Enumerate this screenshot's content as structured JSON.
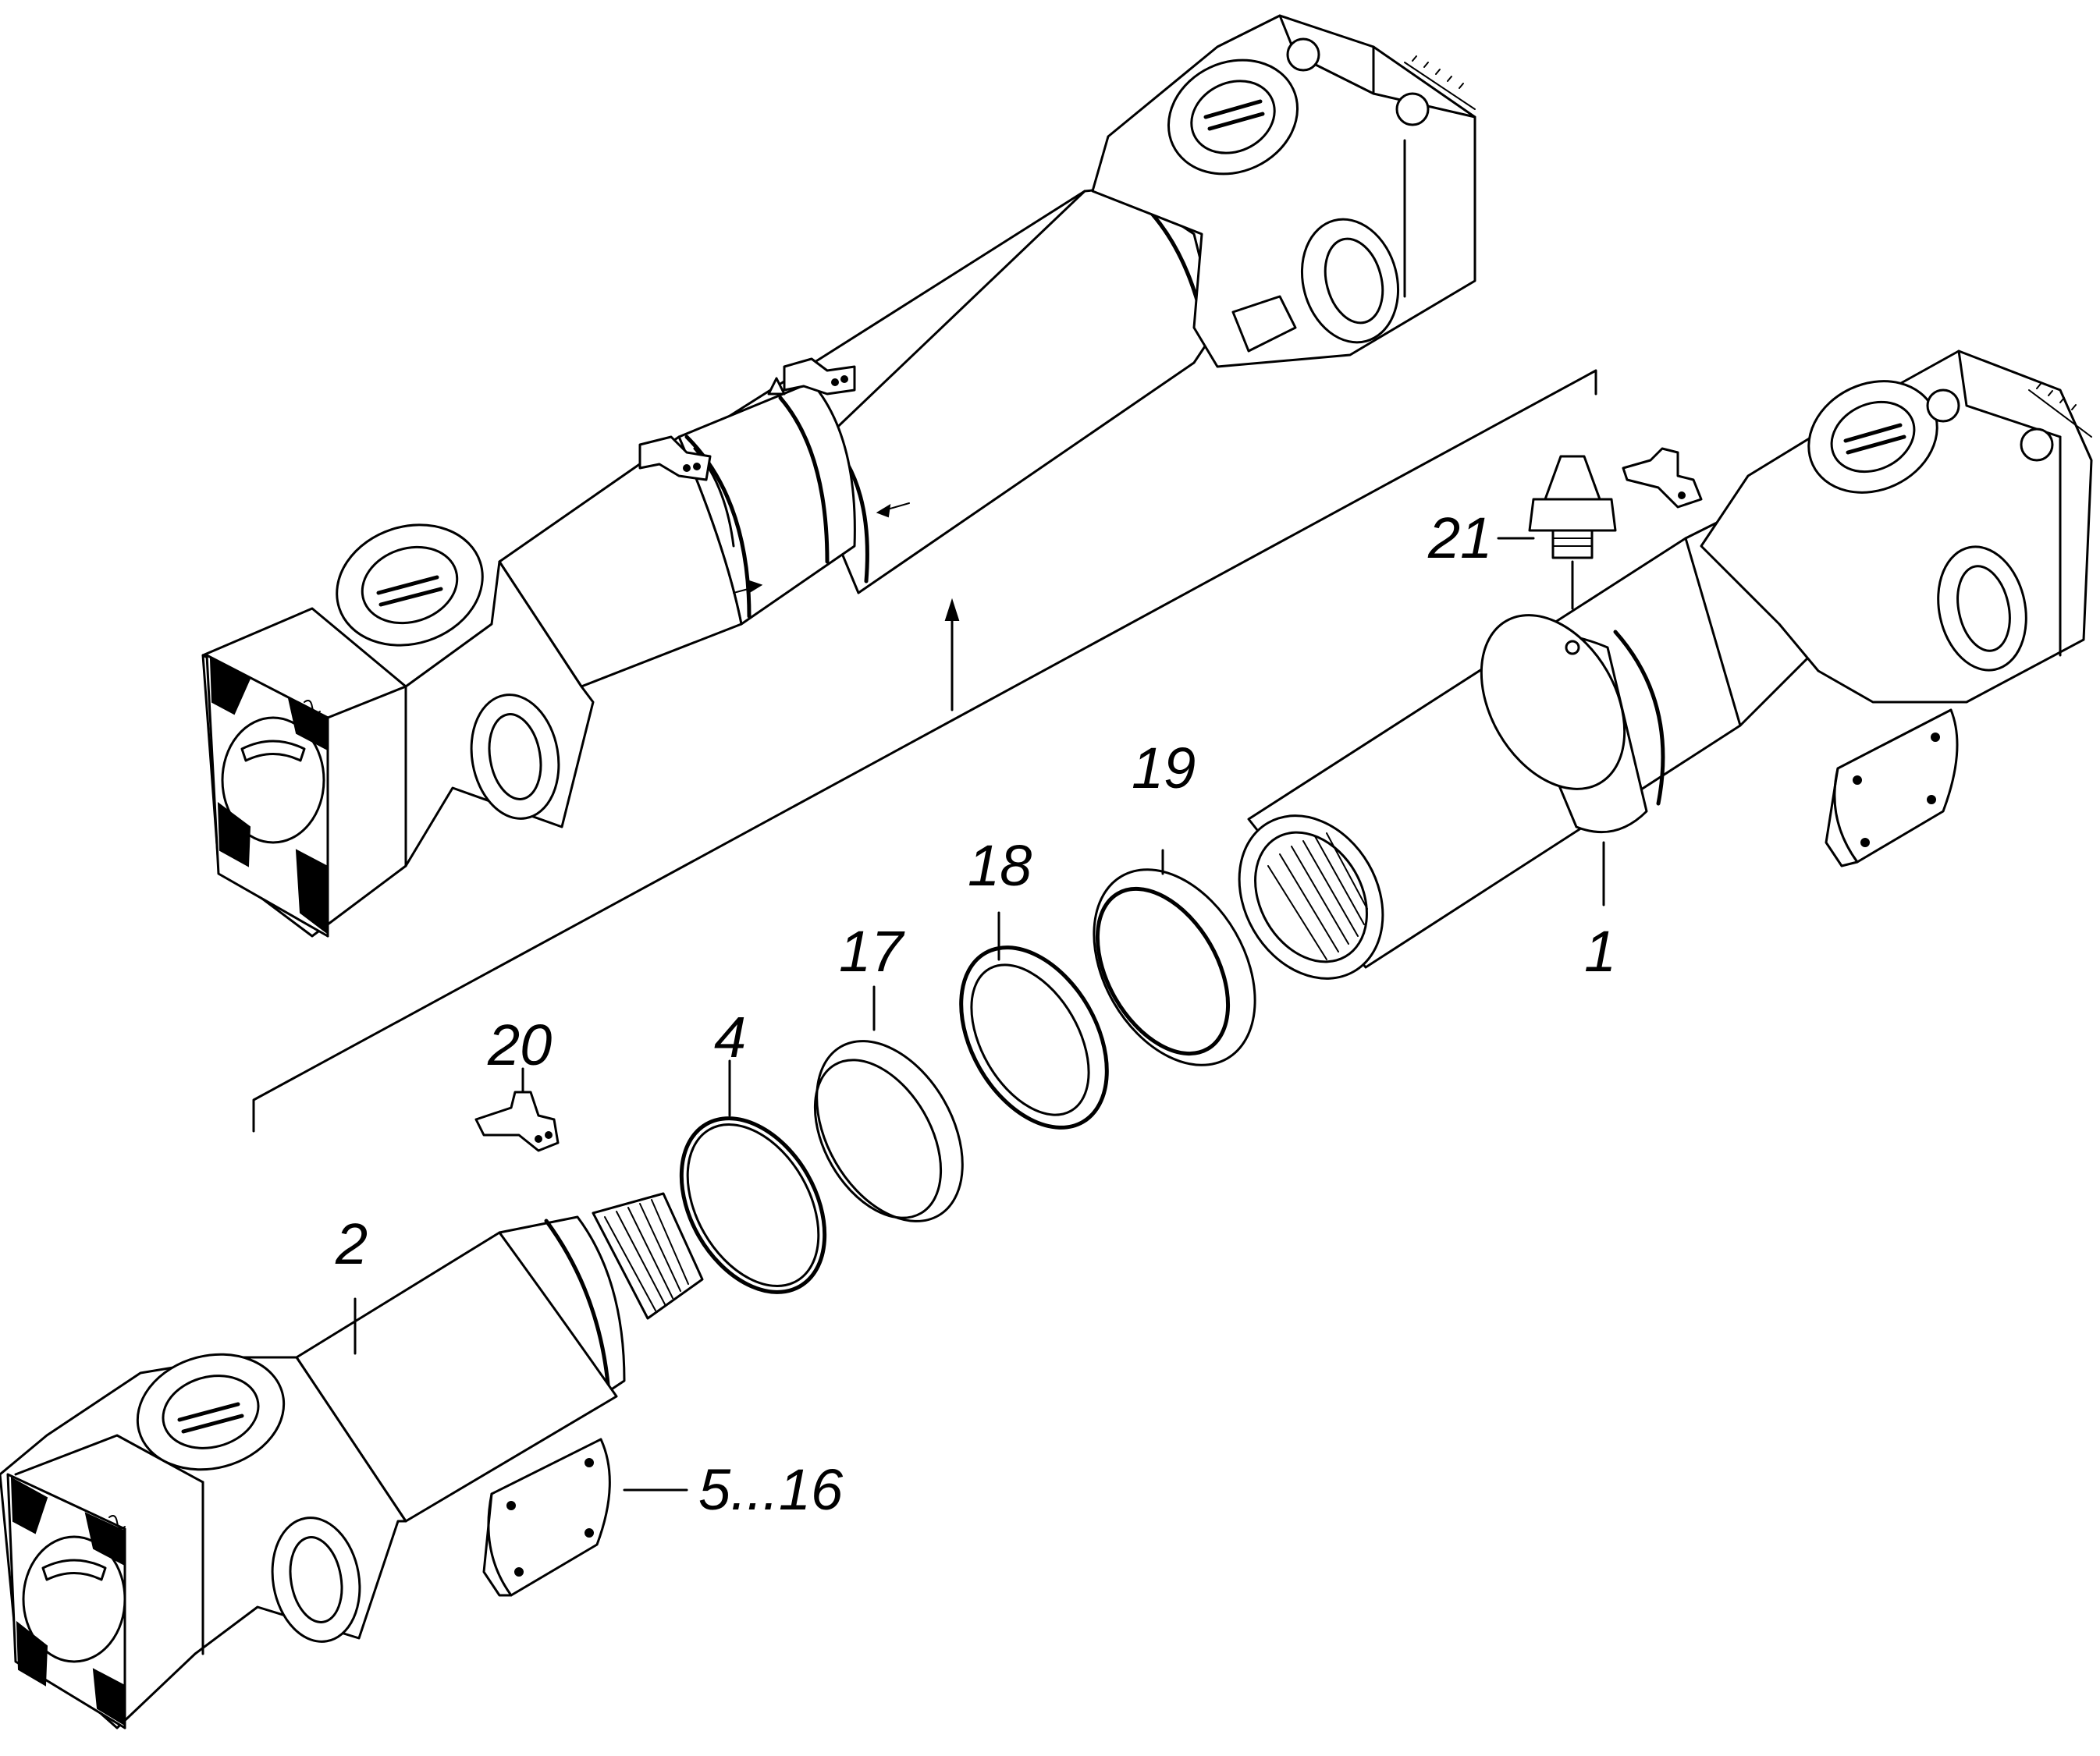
{
  "callouts": {
    "c1": "1",
    "c2": "2",
    "c4": "4",
    "c5_16": "5...16",
    "c17": "17",
    "c18": "18",
    "c19": "19",
    "c20": "20",
    "c21": "21"
  }
}
